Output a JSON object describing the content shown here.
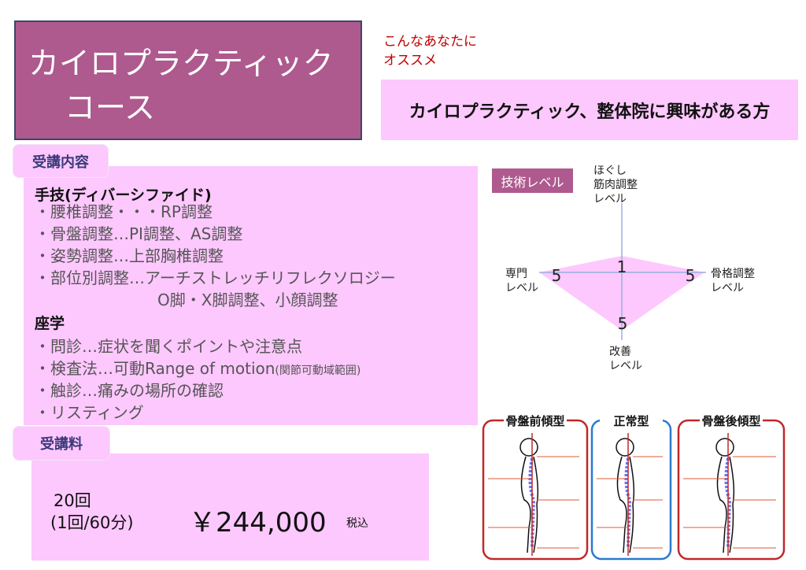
{
  "title": {
    "line1": "カイロプラクティック",
    "line2": "コース"
  },
  "recommend": {
    "line1": "こんなあなたに",
    "line2": "オススメ",
    "target": "カイロプラクティック、整体院に興味がある方"
  },
  "content": {
    "tab": "受講内容",
    "practical_heading": "手技(ディバーシファイド)",
    "practical_items": [
      "・腰椎調整・・・RP調整",
      "・骨盤調整…PI調整、AS調整",
      "・姿勢調整…上部胸椎調整",
      "・部位別調整…アーチストレッチリフレクソロジー",
      "O脚・X脚調整、小顔調整"
    ],
    "theory_heading": "座学",
    "theory_items": [
      "・問診…症状を聞くポイントや注意点",
      "・検査法…可動Range of motion",
      "(関節可動域範囲)",
      "・触診…痛みの場所の確認",
      "・リスティング"
    ]
  },
  "fee": {
    "tab": "受講料",
    "sessions": "20回",
    "per": "(1回/60分)",
    "price": "￥244,000",
    "tax": "税込"
  },
  "skill": {
    "tab": "技術レベル",
    "axes": [
      {
        "label": [
          "ほぐし",
          "筋肉調整",
          "レベル"
        ],
        "value": 1
      },
      {
        "label": [
          "骨格調整",
          "レベル"
        ],
        "value": 5
      },
      {
        "label": [
          "改善",
          "レベル"
        ],
        "value": 5
      },
      {
        "label": [
          "専門",
          "レベル"
        ],
        "value": 5
      }
    ],
    "max": 5
  },
  "posture": {
    "types": [
      "骨盤前傾型",
      "正常型",
      "骨盤後傾型"
    ],
    "colors": [
      "#c0282a",
      "#2a7ad0",
      "#c0282a"
    ]
  }
}
